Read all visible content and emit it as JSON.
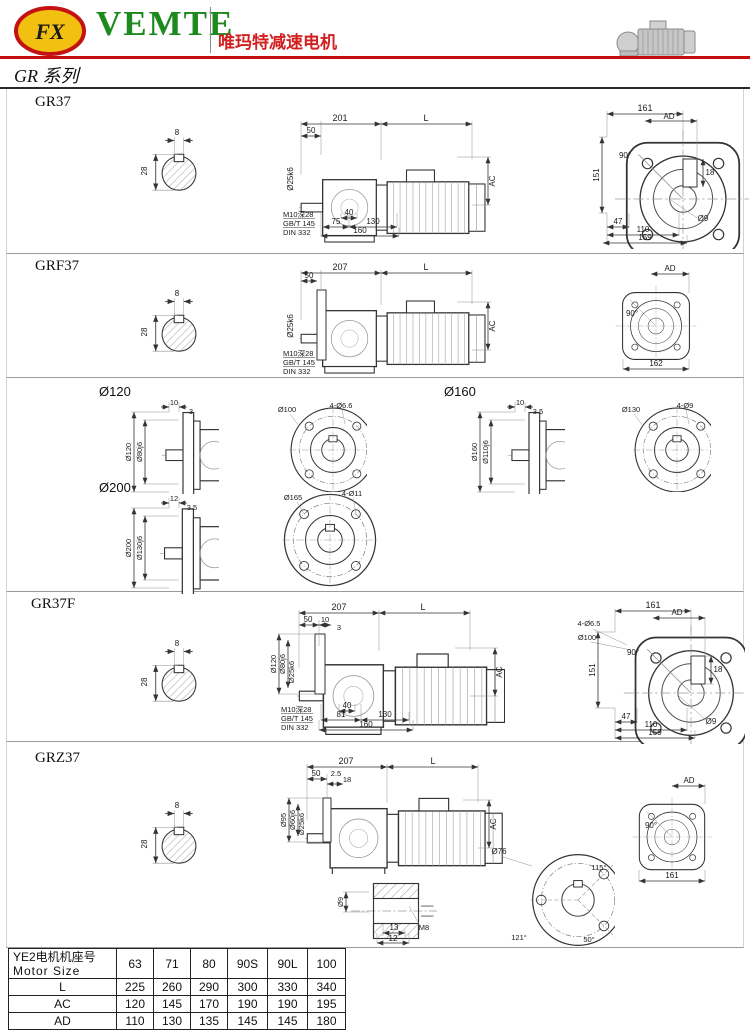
{
  "header": {
    "logo_text": "FX",
    "brand": "VEMTE",
    "brand_sub": "唯玛特减速电机",
    "series_title": "GR 系列"
  },
  "sections": {
    "gr37": {
      "label": "GR37",
      "shaft_end": {
        "key_width": "8",
        "height": "28"
      },
      "side": {
        "len_gear": "201",
        "len_motor": "L",
        "shaft_len": "50",
        "shaft_dia": "Ø25k6",
        "tap": "M10深28",
        "std1": "GB/T 145",
        "std2": "DIN 332",
        "d40": "40",
        "d75": "75",
        "d130": "130",
        "d160": "160",
        "ac": "AC"
      },
      "end": {
        "w161": "161",
        "ad": "AD",
        "h151": "151",
        "angle": "90°",
        "d18": "18",
        "d47": "47",
        "hole": "Ø9",
        "d110": "110",
        "d159": "159"
      }
    },
    "grf37": {
      "label": "GRF37",
      "shaft_end": {
        "key_width": "8",
        "height": "28"
      },
      "side": {
        "len_gear": "207",
        "len_motor": "L",
        "shaft_len": "50",
        "shaft_dia": "Ø25k6",
        "tap": "M10深28",
        "std1": "GB/T 145",
        "std2": "DIN 332",
        "ac": "AC"
      },
      "end": {
        "ad": "AD",
        "angle": "90°",
        "w162": "162"
      }
    },
    "flanges": {
      "f120": {
        "title": "Ø120",
        "t1": "10",
        "t2": "3",
        "outer": "Ø120",
        "spigot": "Ø80j6",
        "holes": "4-Ø6.6",
        "bolt_circle": "Ø100"
      },
      "f160": {
        "title": "Ø160",
        "t1": "10",
        "t2": "3.5",
        "outer": "Ø160",
        "spigot": "Ø110j6",
        "holes": "4-Ø9",
        "bolt_circle": "Ø130"
      },
      "f200": {
        "title": "Ø200",
        "t1": "12",
        "t2": "3.5",
        "outer": "Ø200",
        "spigot": "Ø130j6",
        "holes": "4-Ø11",
        "bolt_circle": "Ø165"
      }
    },
    "gr37f": {
      "label": "GR37F",
      "shaft_end": {
        "key_width": "8",
        "height": "28"
      },
      "side": {
        "len_gear": "207",
        "len_motor": "L",
        "shaft_len": "50",
        "t1": "10",
        "t2": "3",
        "flange_od": "Ø120",
        "spigot": "Ø80j6",
        "shaft_dia": "Ø25k6",
        "tap": "M10深28",
        "std1": "GB/T 145",
        "std2": "DIN 332",
        "d40": "40",
        "d81": "81",
        "d130": "130",
        "d160": "160",
        "ac": "AC"
      },
      "end": {
        "w161": "161",
        "holes": "4-Ø6.5",
        "bolt_circle": "Ø100",
        "ad": "AD",
        "h151": "151",
        "angle": "90°",
        "d18": "18",
        "d47": "47",
        "hole": "Ø9",
        "d110": "110",
        "d159": "159"
      }
    },
    "grz37": {
      "label": "GRZ37",
      "shaft_end": {
        "key_width": "8",
        "height": "28"
      },
      "side": {
        "len_gear": "207",
        "len_motor": "L",
        "shaft_len": "50",
        "t1": "2.5",
        "t2": "18",
        "hub_od": "Ø95",
        "spigot": "Ø60j6",
        "shaft_dia": "Ø25k6",
        "ac": "AC"
      },
      "detail": {
        "hole": "Ø9",
        "d13": "13",
        "d12": "12",
        "tap": "M8"
      },
      "hub": {
        "dia": "Ø76",
        "a1": "115°",
        "a2": "121°",
        "a3": "50°"
      },
      "end": {
        "ad": "AD",
        "angle": "90°",
        "w161": "161"
      }
    }
  },
  "table": {
    "header": {
      "line1": "YE2电机机座号",
      "line2": "Motor Size"
    },
    "columns": [
      "63",
      "71",
      "80",
      "90S",
      "90L",
      "100"
    ],
    "rows": [
      {
        "label": "L",
        "values": [
          "225",
          "260",
          "290",
          "300",
          "330",
          "340"
        ]
      },
      {
        "label": "AC",
        "values": [
          "120",
          "145",
          "170",
          "190",
          "190",
          "195"
        ]
      },
      {
        "label": "AD",
        "values": [
          "110",
          "130",
          "135",
          "145",
          "145",
          "180"
        ]
      }
    ]
  }
}
